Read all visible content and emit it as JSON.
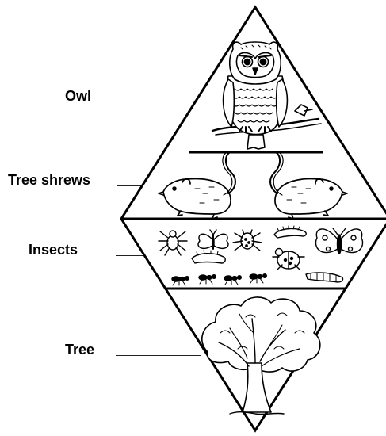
{
  "diagram": {
    "levels": [
      {
        "id": "owl",
        "label": "Owl",
        "icon": "owl-icon"
      },
      {
        "id": "tree-shrews",
        "label": "Tree shrews",
        "icon": "tree-shrew-icon"
      },
      {
        "id": "insects",
        "label": "Insects",
        "icon": "insect-icon"
      },
      {
        "id": "tree",
        "label": "Tree",
        "icon": "tree-icon"
      }
    ],
    "stroke_color": "#000000",
    "fill_color": "#ffffff"
  }
}
